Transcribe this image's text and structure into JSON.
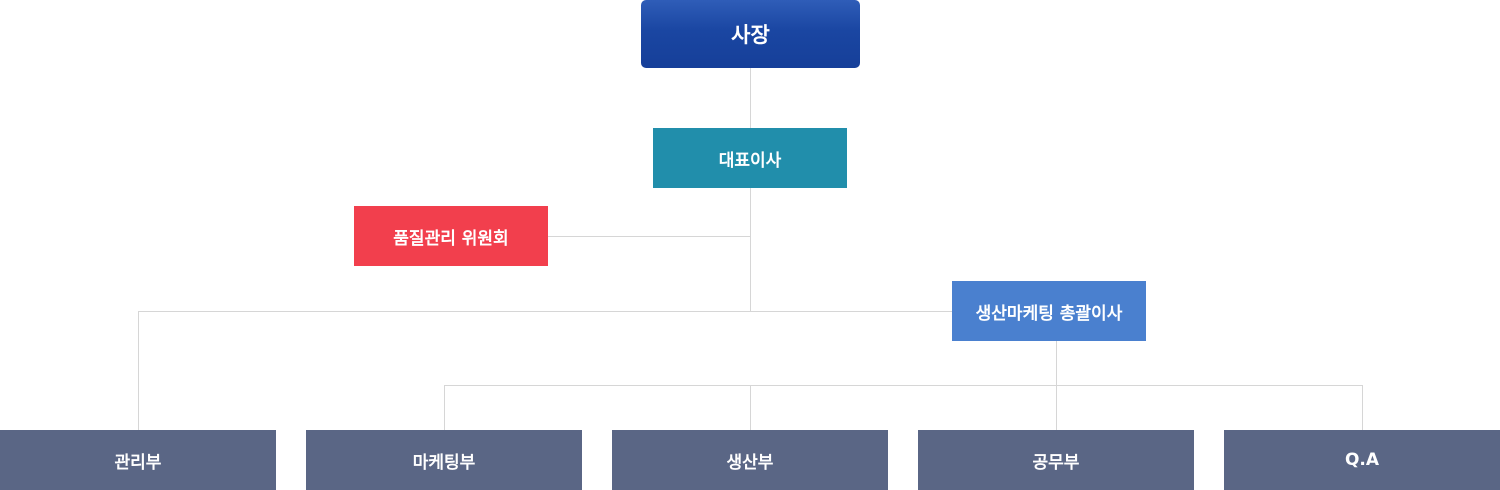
{
  "org_chart": {
    "ceo": "사장",
    "representative_director": "대표이사",
    "quality_committee": "품질관리 위원회",
    "general_director": "생산마케팅 총괄이사",
    "departments": [
      "관리부",
      "마케팅부",
      "생산부",
      "공무부",
      "Q.A"
    ]
  },
  "colors": {
    "ceo": "#1a46a2",
    "representative_director": "#218eab",
    "quality_committee": "#f23f4d",
    "general_director": "#4a80cf",
    "department": "#5a6685",
    "connector": "#d6d6d6"
  }
}
